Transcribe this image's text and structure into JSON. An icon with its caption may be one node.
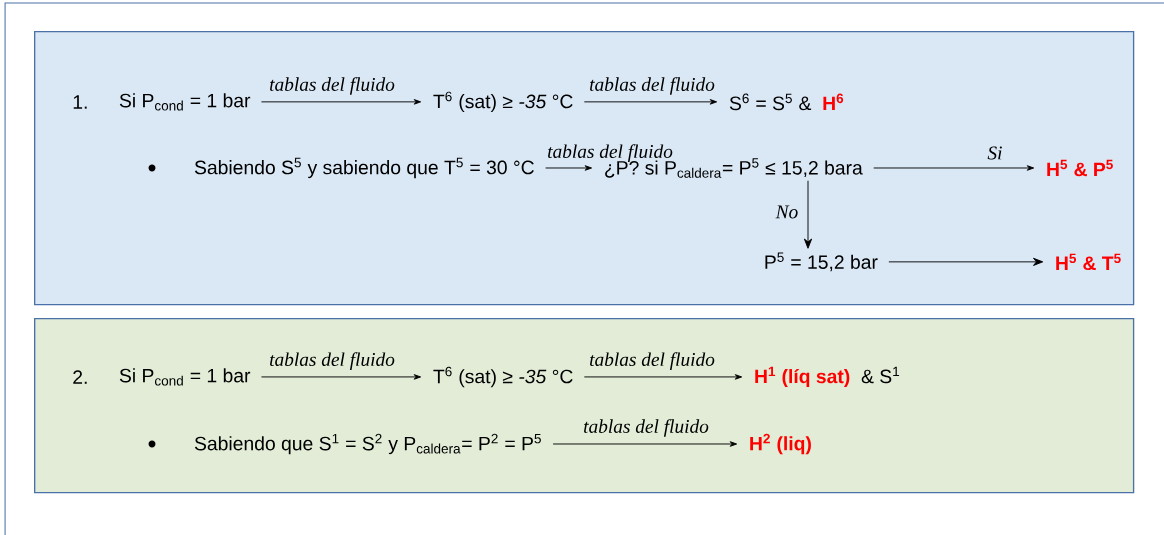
{
  "diagram": {
    "nodes": [
      {
        "text": [],
        "shape": "box"
      },
      {
        "text": [
          "Si P$_{cond}$ = 1 bar"
        ],
        "in": 0
      },
      {
        "text": [
          "T$^{6}$ (sat) ≥ *-35* °C"
        ],
        "in": 0
      },
      {
        "text": [
          "S$^{6}$ = S$^{5}$  &",
          "H$^{6}$"
        ],
        "in": 0
      },
      {
        "text": [
          "Sabiendo S$^{5}$ y sabiendo que T$^{5}$ = 30 °C"
        ],
        "in": 0
      },
      {
        "text": [
          "¿P?   si P$_{caldera}$= P$^{5}$ ≤ 15,2 bara"
        ],
        "in": 0
      },
      {
        "text": [
          "H$^{5}$ & P$^{5}$"
        ],
        "in": 0
      },
      {
        "text": [
          "P$^{5}$ = 15,2 bar"
        ],
        "in": 0
      },
      {
        "text": [
          "H$^{5}$ & T$^{5}$"
        ],
        "in": 0
      },
      {
        "text": [],
        "shape": "box"
      },
      {
        "text": [
          "Si P$_{cond}$ = 1 bar"
        ],
        "in": 9
      },
      {
        "text": [
          "T$^{6}$ (sat) ≥ *-35* °C"
        ],
        "in": 9
      },
      {
        "text": [
          "H$^{1}$ (líq sat)",
          "&  S$^{1}$"
        ],
        "in": 9
      },
      {
        "text": [
          "Sabiendo que S$^{1}$ = S$^{2}$ y P$_{caldera}$= P$^{2}$ = P$^{5}$"
        ],
        "in": 9
      },
      {
        "text": [
          "H$^{2}$ (liq)"
        ],
        "in": 9
      }
    ],
    "edges": [
      {
        "from": 1,
        "to": 2,
        "arrow": "to",
        "label": "tablas del fluido"
      },
      {
        "from": 2,
        "to": 3,
        "arrow": "to",
        "label": "tablas del fluido"
      },
      {
        "from": 4,
        "to": 5,
        "arrow": "to",
        "label": "tablas del fluido"
      },
      {
        "from": 5,
        "to": 6,
        "arrow": "to",
        "label": "Si"
      },
      {
        "from": 5,
        "to": 7,
        "arrow": "to",
        "label": "No"
      },
      {
        "from": 7,
        "to": 8,
        "arrow": "to"
      },
      {
        "from": 10,
        "to": 11,
        "arrow": "to",
        "label": "tablas del fluido"
      },
      {
        "from": 11,
        "to": 12,
        "arrow": "to",
        "label": "tablas del fluido"
      },
      {
        "from": 13,
        "to": 14,
        "arrow": "to",
        "label": "tablas del fluido"
      }
    ],
    "labels": [
      "1.",
      "2."
    ]
  }
}
